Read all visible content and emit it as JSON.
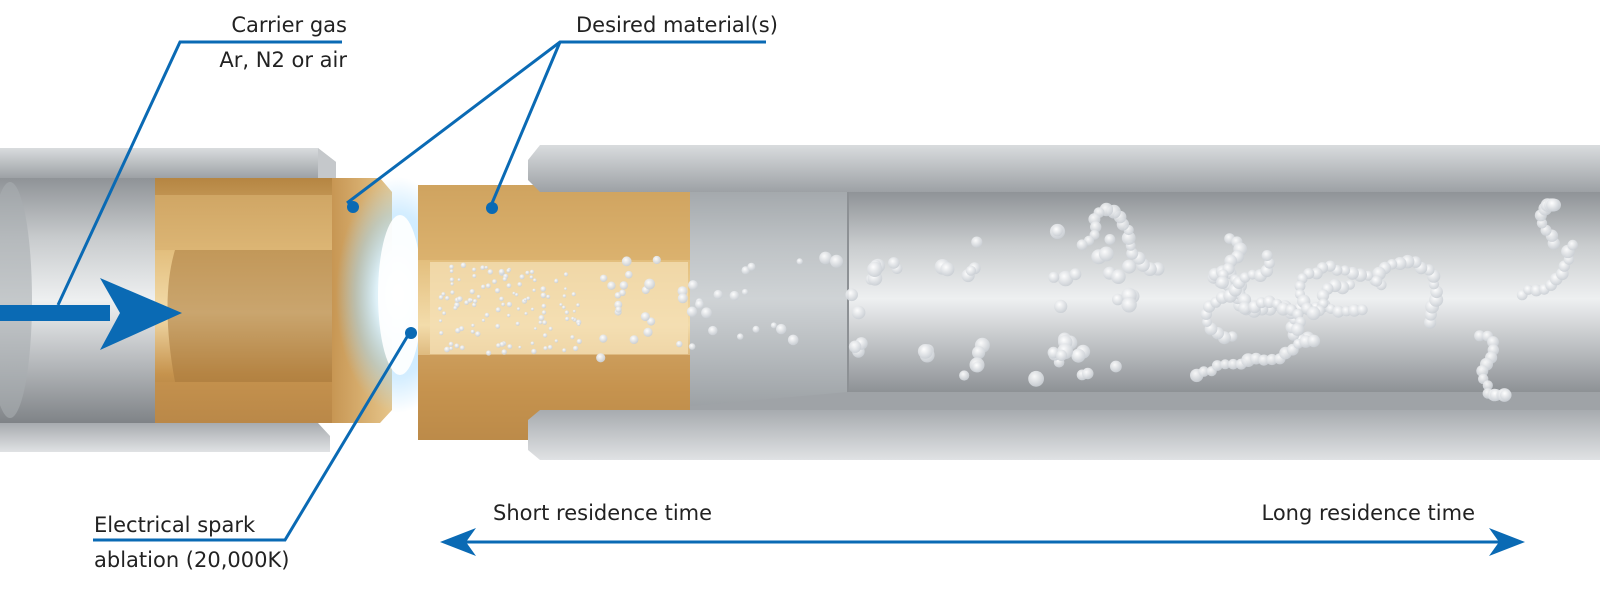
{
  "labels": {
    "carrier_gas": "Carrier gas",
    "carrier_gas_types": "Ar, N2 or air",
    "desired_material": "Desired material(s)",
    "spark_line1": "Electrical spark",
    "spark_line2": "ablation (20,000K)",
    "short_time": "Short residence time",
    "long_time": "Long residence time"
  },
  "colors": {
    "accent_blue": "#0a6ab4",
    "copper": "#c99a55",
    "steel": "#b9bcbf",
    "particle": "#e9ecef"
  }
}
